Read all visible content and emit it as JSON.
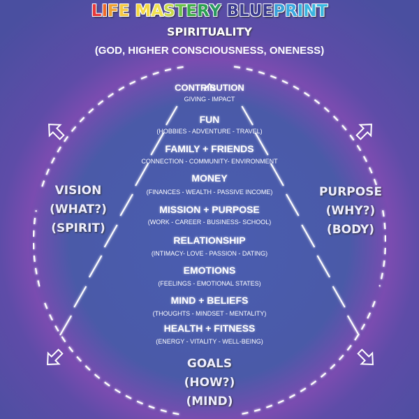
{
  "title": {
    "letters": [
      {
        "t": "L",
        "c": "#e8383a"
      },
      {
        "t": "I",
        "c": "#ee6a2a"
      },
      {
        "t": "F",
        "c": "#f0a030"
      },
      {
        "t": "E ",
        "c": "#f5c842"
      },
      {
        "t": "M",
        "c": "#f5d842"
      },
      {
        "t": "A",
        "c": "#f0e050"
      },
      {
        "t": "S",
        "c": "#c8d84a"
      },
      {
        "t": "T",
        "c": "#6cc24a"
      },
      {
        "t": "E",
        "c": "#3fae4a"
      },
      {
        "t": "R",
        "c": "#2aa050"
      },
      {
        "t": "Y ",
        "c": "#2a9a60"
      },
      {
        "t": "B",
        "c": "#3a3a90"
      },
      {
        "t": "L",
        "c": "#3a3a90"
      },
      {
        "t": "U",
        "c": "#3a3a90"
      },
      {
        "t": "E",
        "c": "#3a3a90"
      },
      {
        "t": "P",
        "c": "#3aa0d8"
      },
      {
        "t": "R",
        "c": "#3aa8e0"
      },
      {
        "t": "I",
        "c": "#3ab0e0"
      },
      {
        "t": "N",
        "c": "#3ab4e0"
      },
      {
        "t": "T",
        "c": "#3ab8e0"
      }
    ],
    "text": "LIFE MASTERY BLUEPRINT"
  },
  "top": {
    "heading": "SPIRITUALITY",
    "sub": "(GOD, HIGHER CONSCIOUSNESS, ONENESS)"
  },
  "apex": {
    "title": "CONTRIBUTION",
    "sub": "GIVING - IMPACT"
  },
  "levels": [
    {
      "title": "FUN",
      "sub": "(HOBBIES - ADVENTURE - TRAVEL)",
      "color": "#d8287a"
    },
    {
      "title": "FAMILY + FRIENDS",
      "sub": "CONNECTION - COMMUNITY-  ENVIRONMENT",
      "color": "#e8e030"
    },
    {
      "title": "MONEY",
      "sub": "(FINANCES - WEALTH - PASSIVE INCOME)",
      "color": "#e0682a"
    },
    {
      "title": "MISSION + PURPOSE",
      "sub": "(WORK - CAREER - BUSINESS-  SCHOOL)",
      "color": "#e8a02a"
    },
    {
      "title": "RELATIONSHIP",
      "sub": "(INTIMACY- LOVE - PASSION - DATING)",
      "color": "#2a9a4a"
    },
    {
      "title": "EMOTIONS",
      "sub": "(FEELINGS - EMOTIONAL STATES)",
      "color": "#2ab0b0"
    },
    {
      "title": "MIND + BELIEFS",
      "sub": "(THOUGHTS - MINDSET - MENTALITY)",
      "color": "#3a7ae0"
    },
    {
      "title": "HEALTH + FITNESS",
      "sub": "(ENERGY - VITALITY - WELL-BEING)",
      "color": "#c04ab0"
    }
  ],
  "left": {
    "l1": "VISION",
    "l2": "(WHAT?)",
    "l3": "(SPIRIT)"
  },
  "right": {
    "l1": "PURPOSE",
    "l2": "(WHY?)",
    "l3": "(BODY)"
  },
  "bottom": {
    "l1": "GOALS",
    "l2": "(HOW?)",
    "l3": "(MIND)"
  },
  "icons": [
    "arrow-up-icon",
    "arrow-up-left-icon",
    "arrow-up-right-icon",
    "arrow-down-left-icon",
    "arrow-down-right-icon"
  ]
}
